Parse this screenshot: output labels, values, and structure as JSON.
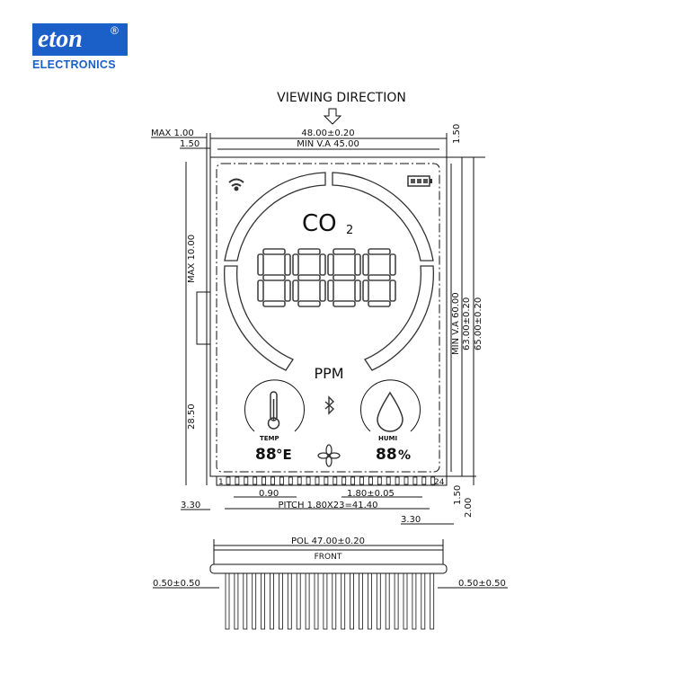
{
  "logo": {
    "brand": "eton",
    "registered": "®",
    "subtitle": "ELECTRONICS"
  },
  "title": "VIEWING DIRECTION",
  "dimensions": {
    "max_thickness": "MAX 1.00",
    "left_offset": "1.50",
    "overall_width": "48.00±0.20",
    "min_va_width": "MIN V.A 45.00",
    "top_offset": "1.50",
    "max_side": "MAX 10.00",
    "side_height": "28.50",
    "min_va_height": "MIN V.A 60.00",
    "height_1": "63.00±0.20",
    "height_2": "65.00±0.20",
    "pin_width": "0.90",
    "pin_pitch": "1.80±0.05",
    "pitch_total": "PITCH 1.80X23=41.40",
    "left_pin_offset": "3.30",
    "right_pin_offset": "3.30",
    "bottom_1": "1.50",
    "bottom_2": "2.00",
    "pol_width": "POL 47.00±0.20",
    "front_label": "FRONT",
    "left_tol": "0.50±0.50",
    "right_tol": "0.50±0.50"
  },
  "pins": {
    "first": "1",
    "last": "24"
  },
  "lcd": {
    "co2_label": "CO",
    "co2_sub": "2",
    "digits": "8888",
    "unit": "PPM",
    "temp_label": "TEMP",
    "temp_value": "88",
    "temp_unit": "°E",
    "humi_label": "HUMI",
    "humi_value": "88",
    "humi_unit": "%",
    "icons": [
      "wifi-icon",
      "battery-icon",
      "bluetooth-icon",
      "fan-icon",
      "thermometer-icon",
      "droplet-icon"
    ]
  }
}
